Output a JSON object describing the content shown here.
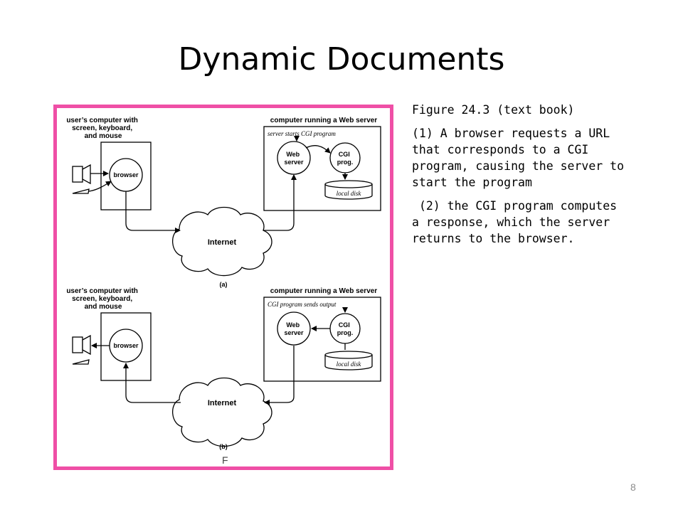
{
  "slide": {
    "title": "Dynamic Documents",
    "page_number": "8"
  },
  "figure": {
    "frame_color": "#ef4fa6",
    "panel_a": {
      "client_label": [
        "user’s computer with",
        "screen, keyboard,",
        "and mouse"
      ],
      "server_label": "computer running a Web server",
      "note": "server starts CGI program",
      "browser": "browser",
      "web_server": [
        "Web",
        "server"
      ],
      "cgi": [
        "CGI",
        "prog."
      ],
      "disk": "local disk",
      "internet": "Internet",
      "sublabel": "(a)"
    },
    "panel_b": {
      "client_label": [
        "user’s computer with",
        "screen, keyboard,",
        "and mouse"
      ],
      "server_label": "computer running a Web server",
      "note": "CGI program sends output",
      "browser": "browser",
      "web_server": [
        "Web",
        "server"
      ],
      "cgi": [
        "CGI",
        "prog."
      ],
      "disk": "local disk",
      "internet": "Internet",
      "sublabel": "(b)"
    },
    "corner_letter": "F"
  },
  "caption": {
    "heading": "Figure 24.3  (text book)",
    "step1": "(1) A browser requests a URL that corresponds to a CGI program, causing the server to start the program",
    "step2": " (2) the CGI program computes a response, which the server returns to the browser."
  }
}
